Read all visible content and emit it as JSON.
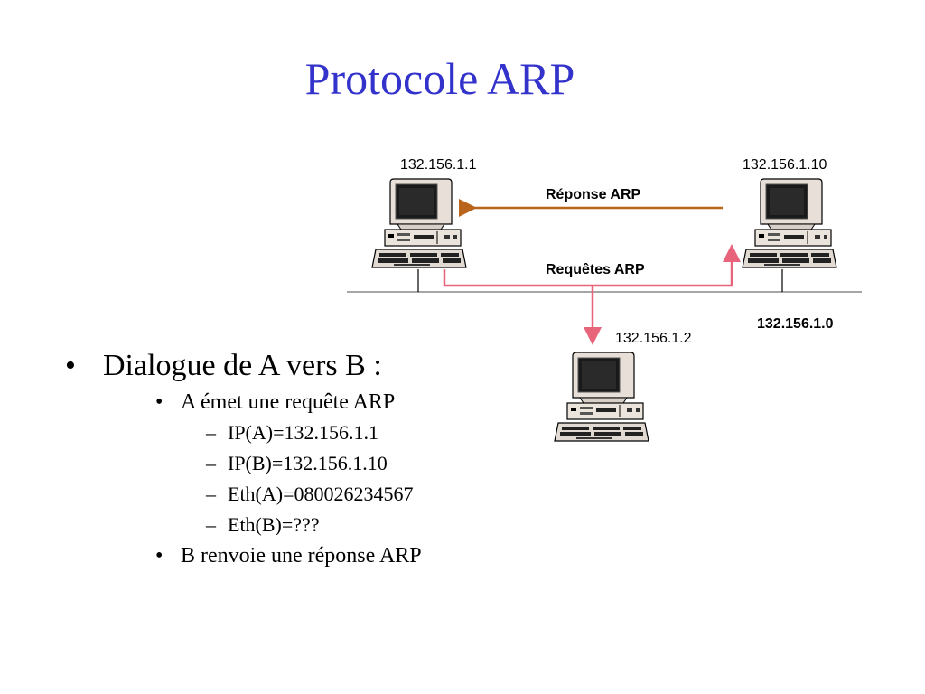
{
  "slide": {
    "title": "Protocole ARP"
  },
  "diagram": {
    "host_a": {
      "ip": "132.156.1.1"
    },
    "host_b": {
      "ip": "132.156.1.10"
    },
    "host_c": {
      "ip": "132.156.1.2"
    },
    "network": "132.156.1.0",
    "response_label": "Réponse ARP",
    "request_label": "Requêtes ARP",
    "colors": {
      "response_arrow": "#b8641a",
      "request_arrow": "#e8647a",
      "network_line": "#888888"
    }
  },
  "bullets": {
    "main": "Dialogue de A vers B :",
    "sub1": "A émet une requête ARP",
    "details": [
      "IP(A)=132.156.1.1",
      "IP(B)=132.156.1.10",
      "Eth(A)=080026234567",
      "Eth(B)=???"
    ],
    "sub2": "B renvoie une réponse ARP",
    "bullet_char": "•",
    "dash_char": "–"
  }
}
